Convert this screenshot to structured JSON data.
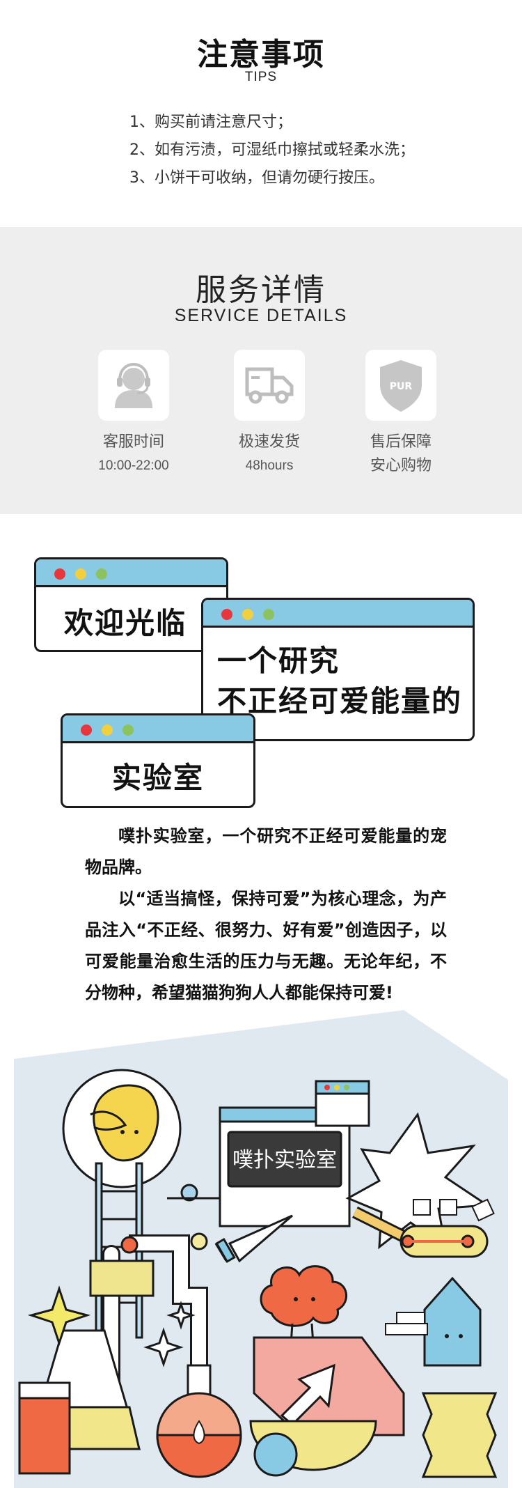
{
  "tips": {
    "title": "注意事项",
    "subtitle": "TIPS",
    "items": [
      "1、购买前请注意尺寸；",
      "2、如有污渍，可湿纸巾擦拭或轻柔水洗；",
      "3、小饼干可收纳，但请勿硬行按压。"
    ]
  },
  "service": {
    "title": "服务详情",
    "subtitle": "SERVICE DETAILS",
    "items": [
      {
        "icon": "customer-service-icon",
        "label": "客服时间",
        "value": "10:00-22:00"
      },
      {
        "icon": "delivery-truck-icon",
        "label": "极速发货",
        "value": "48hours"
      },
      {
        "icon": "shield-icon",
        "label": "售后保障",
        "value": "安心购物",
        "badge": "PUR"
      }
    ]
  },
  "welcome": {
    "window1": "欢迎光临",
    "window2_line1": "一个研究",
    "window2_line2": "不正经可爱能量的",
    "window3": "实验室"
  },
  "intro": {
    "p1": "噗扑实验室，一个研究不正经可爱能量的宠物品牌。",
    "p2": "以“适当搞怪，保持可爱”为核心理念，为产品注入“不正经、很努力、好有爱”创造因子，以可爱能量治愈生活的压力与无趣。无论年纪，不分物种，希望猫猫狗狗人人都能保持可爱!"
  },
  "illustration": {
    "screen_text": "噗扑实验室"
  },
  "colors": {
    "window_bar": "#88c9e3",
    "dot_red": "#e8363d",
    "dot_yellow": "#f2cf3d",
    "dot_green": "#8cc35e",
    "service_bg": "#eeeeee",
    "illus_bg": "#dfe9ef"
  }
}
